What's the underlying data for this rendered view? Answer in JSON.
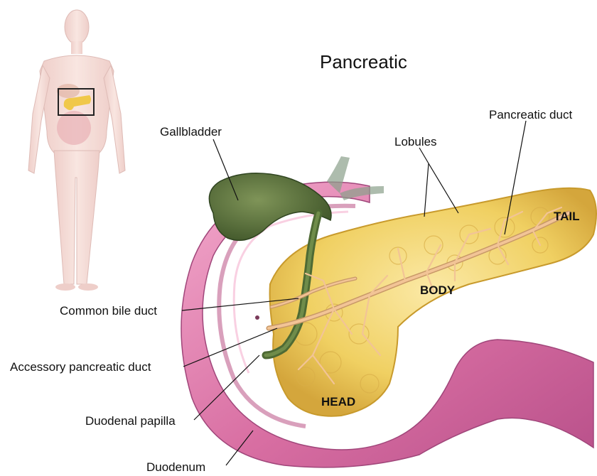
{
  "title": "Pancreatic",
  "labels": {
    "gallbladder": "Gallbladder",
    "lobules": "Lobules",
    "pancreatic_duct": "Pancreatic duct",
    "common_bile_duct": "Common bile duct",
    "accessory_pancreatic_duct": "Accessory pancreatic duct",
    "duodenal_papilla": "Duodenal papilla",
    "duodenum": "Duodenum"
  },
  "regions": {
    "tail": "TAIL",
    "body": "BODY",
    "head": "HEAD"
  },
  "colors": {
    "pancreas": "#f0d062",
    "pancreas_edge": "#c89a2c",
    "duodenum": "#d86ea2",
    "duodenum_inner": "#ec9cc2",
    "gallbladder": "#56703a",
    "duct": "#f2c496",
    "body_skin": "#f3d2cc"
  }
}
